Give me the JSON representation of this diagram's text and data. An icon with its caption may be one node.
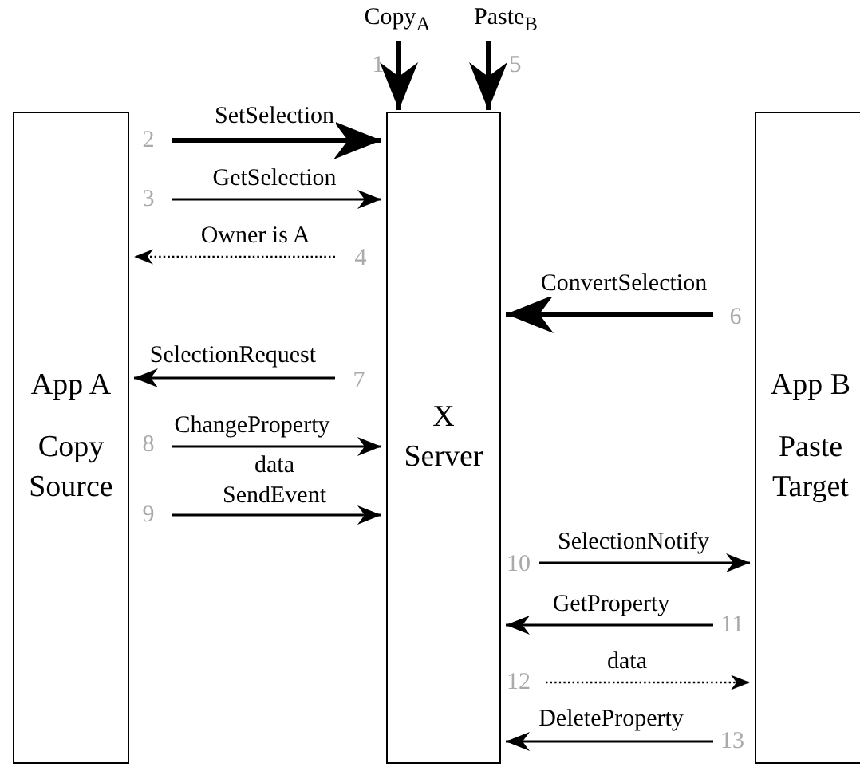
{
  "diagram": {
    "nodes": [
      {
        "text": [
          "App A",
          "Copy Source"
        ]
      },
      {
        "text": [
          "X Server"
        ]
      },
      {
        "text": [
          "App B",
          "Paste Target"
        ]
      }
    ],
    "edges": [
      {
        "from": null,
        "to": 1,
        "arrow": "to",
        "label": "Copy$_{A}$",
        "style": "thick"
      },
      {
        "from": null,
        "to": 1,
        "arrow": "to",
        "label": "Paste$_{B}$",
        "style": "thick"
      },
      {
        "from": 0,
        "to": 1,
        "arrow": "to",
        "label": "SetSelection",
        "style": "thick"
      },
      {
        "from": 0,
        "to": 1,
        "arrow": "to",
        "label": "GetSelection"
      },
      {
        "from": 1,
        "to": 0,
        "arrow": "to",
        "label": "Owner is A",
        "style": "dashed"
      },
      {
        "from": 2,
        "to": 1,
        "arrow": "to",
        "label": "ConvertSelection",
        "style": "thick"
      },
      {
        "from": 1,
        "to": 0,
        "arrow": "to",
        "label": "SelectionRequest"
      },
      {
        "from": 0,
        "to": 1,
        "arrow": "to",
        "label": "ChangeProperty"
      },
      {
        "from": 0,
        "to": 1,
        "arrow": "to",
        "label": "SendEvent"
      },
      {
        "from": 1,
        "to": 2,
        "arrow": "to",
        "label": "SelectionNotify"
      },
      {
        "from": 2,
        "to": 1,
        "arrow": "to",
        "label": "GetProperty"
      },
      {
        "from": 1,
        "to": 2,
        "arrow": "to",
        "label": "data",
        "style": "dashed"
      },
      {
        "from": 2,
        "to": 1,
        "arrow": "to",
        "label": "DeleteProperty"
      }
    ],
    "labels": [
      "1",
      "5",
      "2",
      "3",
      "4",
      "6",
      "7",
      "8",
      "data",
      "9",
      "10",
      "11",
      "12",
      "13"
    ]
  }
}
